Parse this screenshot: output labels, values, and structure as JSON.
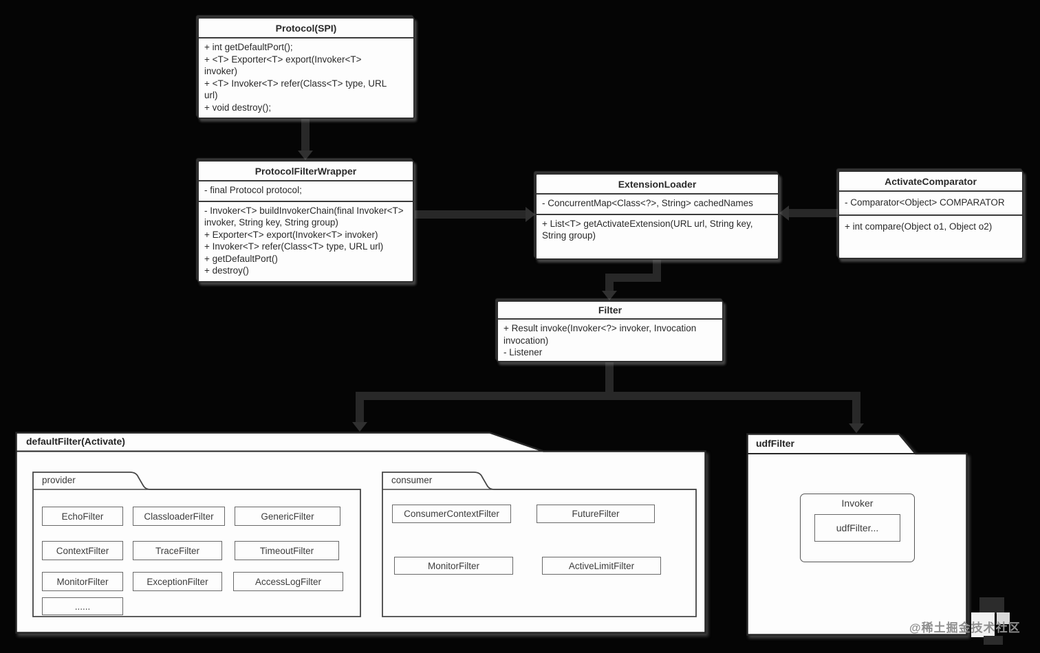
{
  "diagram": {
    "classes": {
      "protocol": {
        "title": "Protocol(SPI)",
        "members": [
          "+ int getDefaultPort();",
          "+ <T> Exporter<T> export(Invoker<T> invoker)",
          "+ <T> Invoker<T> refer(Class<T> type, URL url)",
          "+ void destroy();"
        ]
      },
      "wrapper": {
        "title": "ProtocolFilterWrapper",
        "fields": [
          "- final Protocol protocol;"
        ],
        "methods": [
          "- Invoker<T> buildInvokerChain(final Invoker<T> invoker, String key, String group)",
          "+ Exporter<T> export(Invoker<T> invoker)",
          "+ Invoker<T> refer(Class<T> type, URL url)",
          "+ getDefaultPort()",
          "+ destroy()"
        ]
      },
      "loader": {
        "title": "ExtensionLoader",
        "fields": [
          "- ConcurrentMap<Class<?>, String> cachedNames"
        ],
        "methods": [
          "+ List<T> getActivateExtension(URL url, String key, String group)"
        ]
      },
      "comparator": {
        "title": "ActivateComparator",
        "fields": [
          "- Comparator<Object> COMPARATOR"
        ],
        "methods": [
          "+ int compare(Object o1, Object o2)"
        ]
      },
      "filter": {
        "title": "Filter",
        "members": [
          "+ Result invoke(Invoker<?> invoker, Invocation invocation)",
          "- Listener"
        ]
      }
    },
    "packages": {
      "default_filter": {
        "label": "defaultFilter(Activate)"
      },
      "provider": {
        "label": "provider",
        "items": [
          "EchoFilter",
          "ClassloaderFilter",
          "GenericFilter",
          "ContextFilter",
          "TraceFilter",
          "TimeoutFilter",
          "MonitorFilter",
          "ExceptionFilter",
          "AccessLogFilter",
          "......"
        ]
      },
      "consumer": {
        "label": "consumer",
        "items": [
          "ConsumerContextFilter",
          "FutureFilter",
          "MonitorFilter",
          "ActiveLimitFilter"
        ]
      },
      "udf": {
        "label": "udfFilter",
        "invoker_label": "Invoker",
        "inner_item": "udfFilter..."
      }
    },
    "watermark": "@稀土掘金技术社区",
    "colors": {
      "background": "#050505",
      "box_fill": "#fdfdfd",
      "box_border": "#2e2e2e",
      "connector": "#282828",
      "watermark": "#8f8f8f"
    }
  }
}
